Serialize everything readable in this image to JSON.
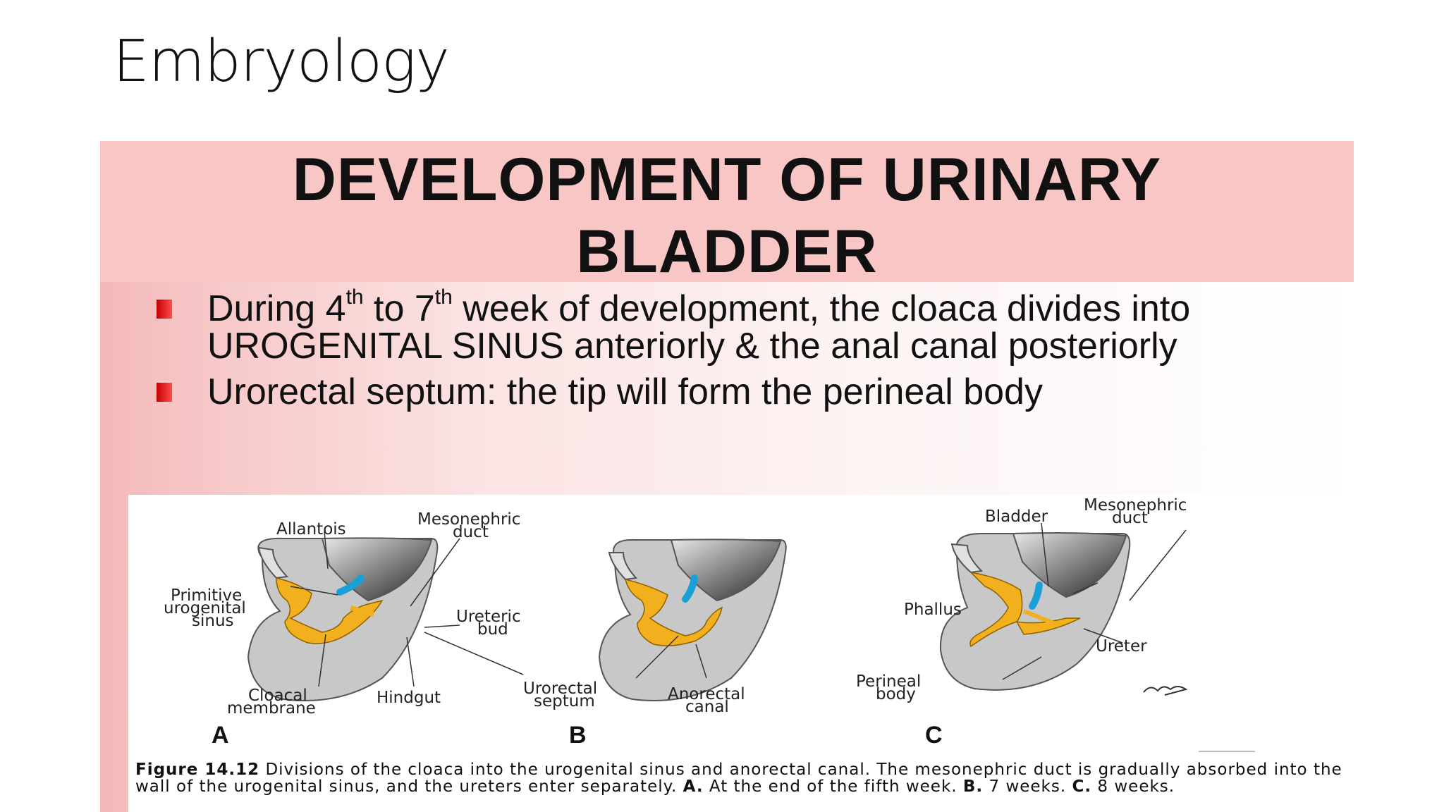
{
  "slide": {
    "title": "Embryology"
  },
  "banner": {
    "line1": "DEVELOPMENT OF URINARY",
    "line2": "BLADDER"
  },
  "bullets": [
    {
      "pre1": "During 4",
      "sup1": "th",
      "mid": " to 7",
      "sup2": "th",
      "post": " week of development, the cloaca divides into UROGENITAL SINUS anteriorly & the anal canal posteriorly"
    },
    {
      "text": "Urorectal septum: the tip will form the perineal body"
    }
  ],
  "figure": {
    "panels": [
      "A",
      "B",
      "C"
    ],
    "labels": {
      "allantois": "Allantois",
      "mesonephric_a_1": "Mesonephric",
      "mesonephric_a_2": "duct",
      "primitive_1": "Primitive",
      "primitive_2": "urogenital",
      "primitive_3": "sinus",
      "ureteric_1": "Ureteric",
      "ureteric_2": "bud",
      "cloacal_1": "Cloacal",
      "cloacal_2": "membrane",
      "hindgut": "Hindgut",
      "urorectal_1": "Urorectal",
      "urorectal_2": "septum",
      "anorectal_1": "Anorectal",
      "anorectal_2": "canal",
      "bladder": "Bladder",
      "mesonephric_c_1": "Mesonephric",
      "mesonephric_c_2": "duct",
      "phallus": "Phallus",
      "ureter": "Ureter",
      "perineal_1": "Perineal",
      "perineal_2": "body"
    },
    "colors": {
      "sinus": "#f2b01e",
      "duct": "#1aa0d8",
      "tissue": "#c8c8c8",
      "outline": "#555555"
    },
    "caption": {
      "label": "Figure 14.12",
      "text": " Divisions of the cloaca into the urogenital sinus and anorectal canal. The mesonephric duct is gradually absorbed into the wall of the urogenital sinus, and the ureters enter separately. ",
      "a_label": "A.",
      "a_text": " At the end of the fifth week. ",
      "b_label": "B.",
      "b_text": " 7 weeks. ",
      "c_label": "C.",
      "c_text": " 8 weeks."
    }
  }
}
